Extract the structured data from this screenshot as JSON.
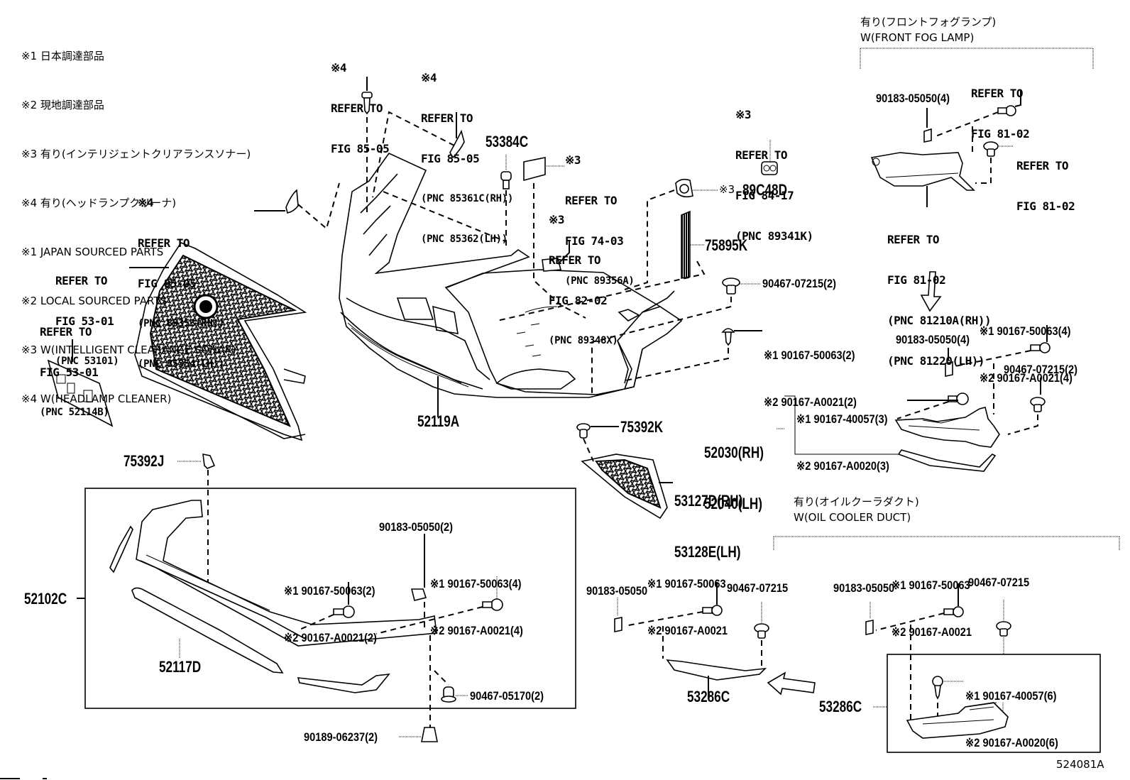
{
  "legend": {
    "lines": [
      "※1 日本調達部品",
      "※2 現地調達部品",
      "※3 有り(インテリジェントクリアランスソナー)",
      "※4 有り(ヘッドランプクリーナ)",
      "※1 JAPAN SOURCED PARTS",
      "※2 LOCAL SOURCED PARTS",
      "※3 W(INTELLIGENT CLEARANCE SONAR)",
      "※4 W(HEADLAMP CLEANER)"
    ]
  },
  "refs": {
    "washer_nozzle_bolt": {
      "mark": "※4",
      "line1": "REFER TO",
      "line2": "FIG 85-05"
    },
    "washer_cover_upper": {
      "mark": "※4",
      "line1": "REFER TO",
      "line2": "FIG 85-05",
      "pnc1": "(PNC 85361C(RH))",
      "pnc2": "(PNC 85362(LH))"
    },
    "washer_cover_left": {
      "mark": "※4",
      "line1": "REFER TO",
      "line2": "FIG 85-05",
      "pnc1": "(PNC 85353(RH))",
      "pnc2": "(PNC 85354(LH))"
    },
    "grille": {
      "line1": "REFER TO",
      "line2": "FIG 53-01",
      "pnc1": "(PNC 53101)"
    },
    "license_bracket": {
      "line1": "REFER TO",
      "line2": "FIG 53-01",
      "pnc1": "(PNC 52114B)"
    },
    "sonar_cover": {
      "mark": "※3",
      "line1": "REFER TO",
      "line2": "FIG 74-03",
      "pnc1": "(PNC 89356A)"
    },
    "sonar_clip": {
      "mark": "※3",
      "line1": "REFER TO",
      "line2": "FIG 82-02",
      "pnc1": "(PNC 89348X)"
    },
    "sonar_sensor": {
      "mark": "※3",
      "line1": "REFER TO",
      "line2": "FIG 84-17",
      "pnc1": "(PNC 89341K)"
    },
    "fog_screw": {
      "line1": "REFER TO",
      "line2": "FIG 81-02"
    },
    "fog_clip": {
      "line1": "REFER TO",
      "line2": "FIG 81-02"
    },
    "fog_lamp": {
      "line1": "REFER TO",
      "line2": "FIG 81-02",
      "pnc1": "(PNC 81210A(RH))",
      "pnc2": "(PNC 81220(LH))"
    }
  },
  "parts": {
    "p53384C": "53384C",
    "p89C48D_mark": "※3",
    "p89C48D": "89C48D",
    "p75895K": "75895K",
    "p90467_07215_2a": "90467-07215(2)",
    "p90167_50063_2_l1": "※1 90167-50063(2)",
    "p90167_50063_2_l2": "※2 90167-A0021(2)",
    "p52119A": "52119A",
    "p75392K": "75392K",
    "p53127D": "53127D(RH)",
    "p53128E": "53128E(LH)",
    "p75392J": "75392J",
    "p52102C": "52102C",
    "p52117D": "52117D",
    "box_l_90183": "90183-05050(2)",
    "box_l_a1": "※1 90167-50063(2)",
    "box_l_a2": "※2 90167-A0021(2)",
    "box_l_b1": "※1 90167-50063(4)",
    "box_l_b2": "※2 90167-A0021(4)",
    "box_l_90467": "90467-05170(2)",
    "p90189": "90189-06237(2)",
    "fog_90183": "90183-05050(4)",
    "fogr_a1": "※1 90167-50063(4)",
    "fogr_a2": "※2 90167-A0021(4)",
    "fogr_90183": "90183-05050(4)",
    "fogr_90467": "90467-07215(2)",
    "fogr_b1": "※1 90167-40057(3)",
    "fogr_b2": "※2 90167-A0020(3)",
    "p52030": "52030(RH)",
    "p52040": "52040(LH)",
    "duct_c1": "※1 90167-50063",
    "duct_c2": "※2 90167-A0021",
    "duct_90183": "90183-05050",
    "duct_90467": "90467-07215",
    "p53286C_a": "53286C",
    "duct2_c1": "※1 90167-50063",
    "duct2_c2": "※2 90167-A0021",
    "duct2_90183": "90183-05050",
    "duct2_90467": "90467-07215",
    "duct2_d1": "※1 90167-40057(6)",
    "duct2_d2": "※2 90167-A0020(6)",
    "p53286C_b": "53286C"
  },
  "options": {
    "fog_jp": "有り(フロントフォグランプ)",
    "fog_en": "W(FRONT FOG LAMP)",
    "duct_jp": "有り(オイルクーラダクト)",
    "duct_en": "W(OIL COOLER DUCT)"
  },
  "figure_id": "524081A"
}
